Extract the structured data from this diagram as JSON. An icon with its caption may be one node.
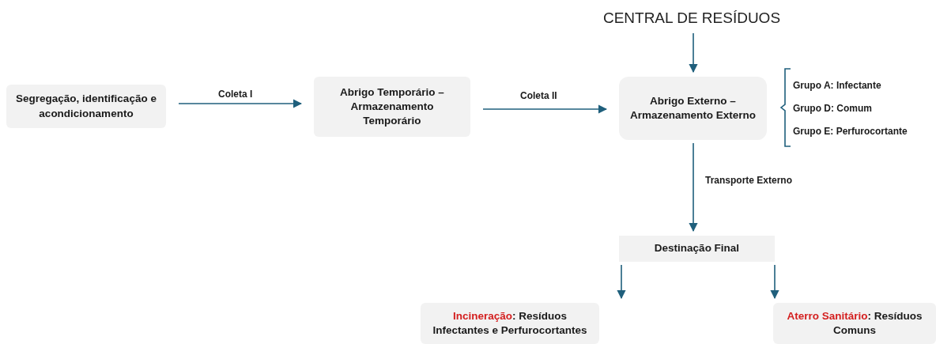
{
  "diagram": {
    "nodes": [
      {
        "text": [
          "Segregação, identificação e acondicionamento"
        ]
      },
      {
        "text": [
          "Abrigo Temporário – Armazenamento Temporário"
        ]
      },
      {
        "text": [
          "CENTRAL DE RESÍDUOS"
        ]
      },
      {
        "text": [
          "Abrigo Externo – Armazenamento Externo"
        ]
      },
      {
        "text": [
          "Destinação Final"
        ]
      },
      {
        "text": [
          "**Incineração**: Resíduos Infectantes e Perfurocortantes"
        ]
      },
      {
        "text": [
          "**Aterro Sanitário**: Resíduos Comuns"
        ]
      }
    ],
    "edges": [
      {
        "from": 0,
        "to": 1,
        "arrow": "to",
        "label": "Coleta I"
      },
      {
        "from": 1,
        "to": 3,
        "arrow": "to",
        "label": "Coleta II"
      },
      {
        "from": 2,
        "to": 3,
        "arrow": "to"
      },
      {
        "from": 3,
        "to": 4,
        "arrow": "to",
        "label": "Transporte Externo"
      },
      {
        "from": 4,
        "to": 5,
        "arrow": "to"
      },
      {
        "from": 4,
        "to": 6,
        "arrow": "to"
      }
    ],
    "labels": [
      "Grupo A: Infectante",
      "Grupo D: Comum",
      "Grupo E: Perfurocortante"
    ]
  }
}
